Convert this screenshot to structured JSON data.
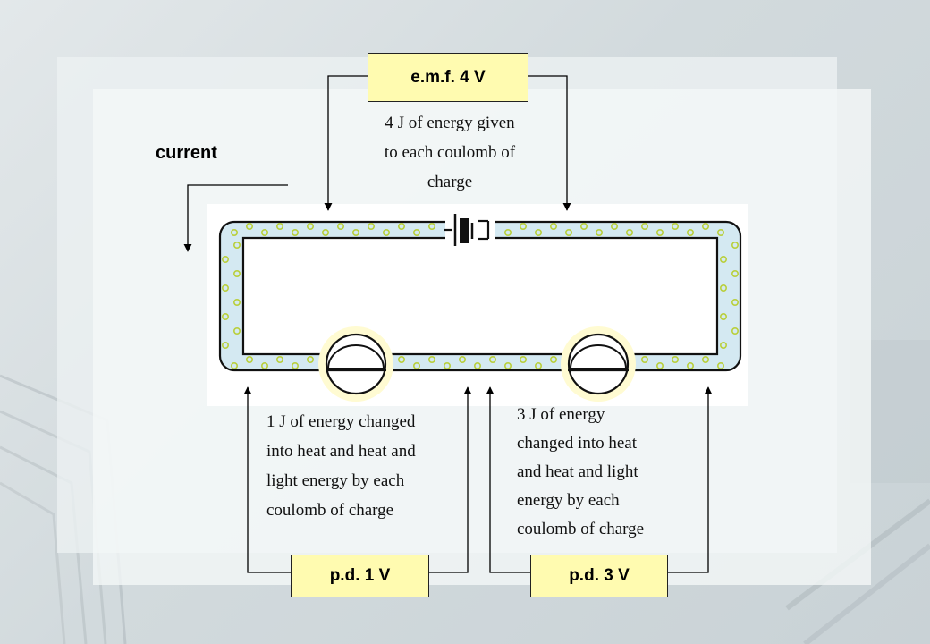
{
  "diagram": {
    "emf_label": "e.m.f. 4 V",
    "emf_note": "4 J of energy given\nto each coulomb of\ncharge",
    "current_label": "current",
    "pd1_label": "p.d. 1 V",
    "pd1_note": "1 J of energy changed\ninto heat and heat and\nlight energy by each\ncoulomb of charge",
    "pd3_label": "p.d. 3 V",
    "pd3_note": "3 J of energy\nchanged into heat\nand heat and light\nenergy by each\ncoulomb of charge"
  },
  "colors": {
    "label_fill": "#fffbb0",
    "wire_fill": "#d4e9f2",
    "charge_dot": "#b9cf3c"
  }
}
